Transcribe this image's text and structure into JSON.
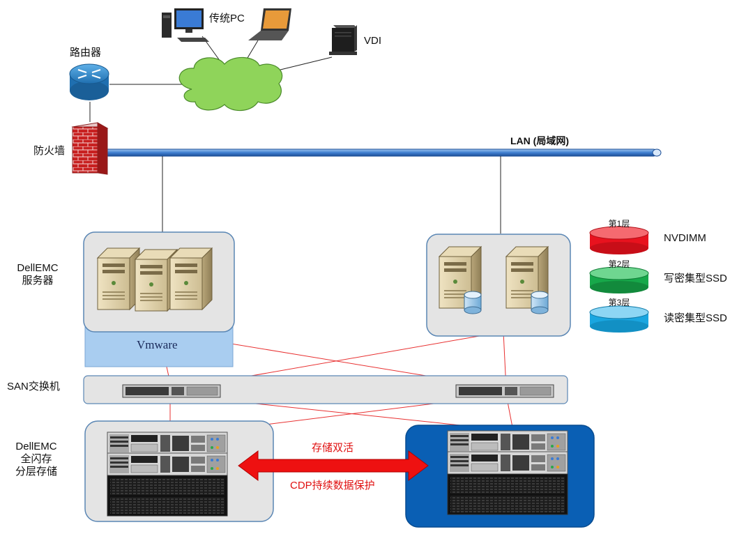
{
  "nodes": {
    "traditional_pc": "传统PC",
    "vdi": "VDI",
    "router": "路由器",
    "firewall": "防火墙",
    "lan": "LAN (局域网)",
    "dellemc_servers_line1": "DellEMC",
    "dellemc_servers_line2": "服务器",
    "vmware": "Vmware",
    "san_switch": "SAN交换机",
    "storage_line1": "DellEMC",
    "storage_line2": "全闪存",
    "storage_line3": "分层存储",
    "active_active": "存储双活",
    "cdp": "CDP持续数据保护"
  },
  "tiers": [
    {
      "level": "第1层",
      "name": "NVDIMM",
      "color": "#e8121e"
    },
    {
      "level": "第2层",
      "name": "写密集型SSD",
      "color": "#17a84a"
    },
    {
      "level": "第3层",
      "name": "读密集型SSD",
      "color": "#1aa6e0"
    }
  ],
  "colors": {
    "lan_bar": "#3f7fd0",
    "cloud": "#8fd45a",
    "link_red": "#e83030",
    "panel_gray": "#e4e4e4",
    "panel_blue": "#0a5fb4",
    "vmware_blue": "#a9cdf0"
  }
}
